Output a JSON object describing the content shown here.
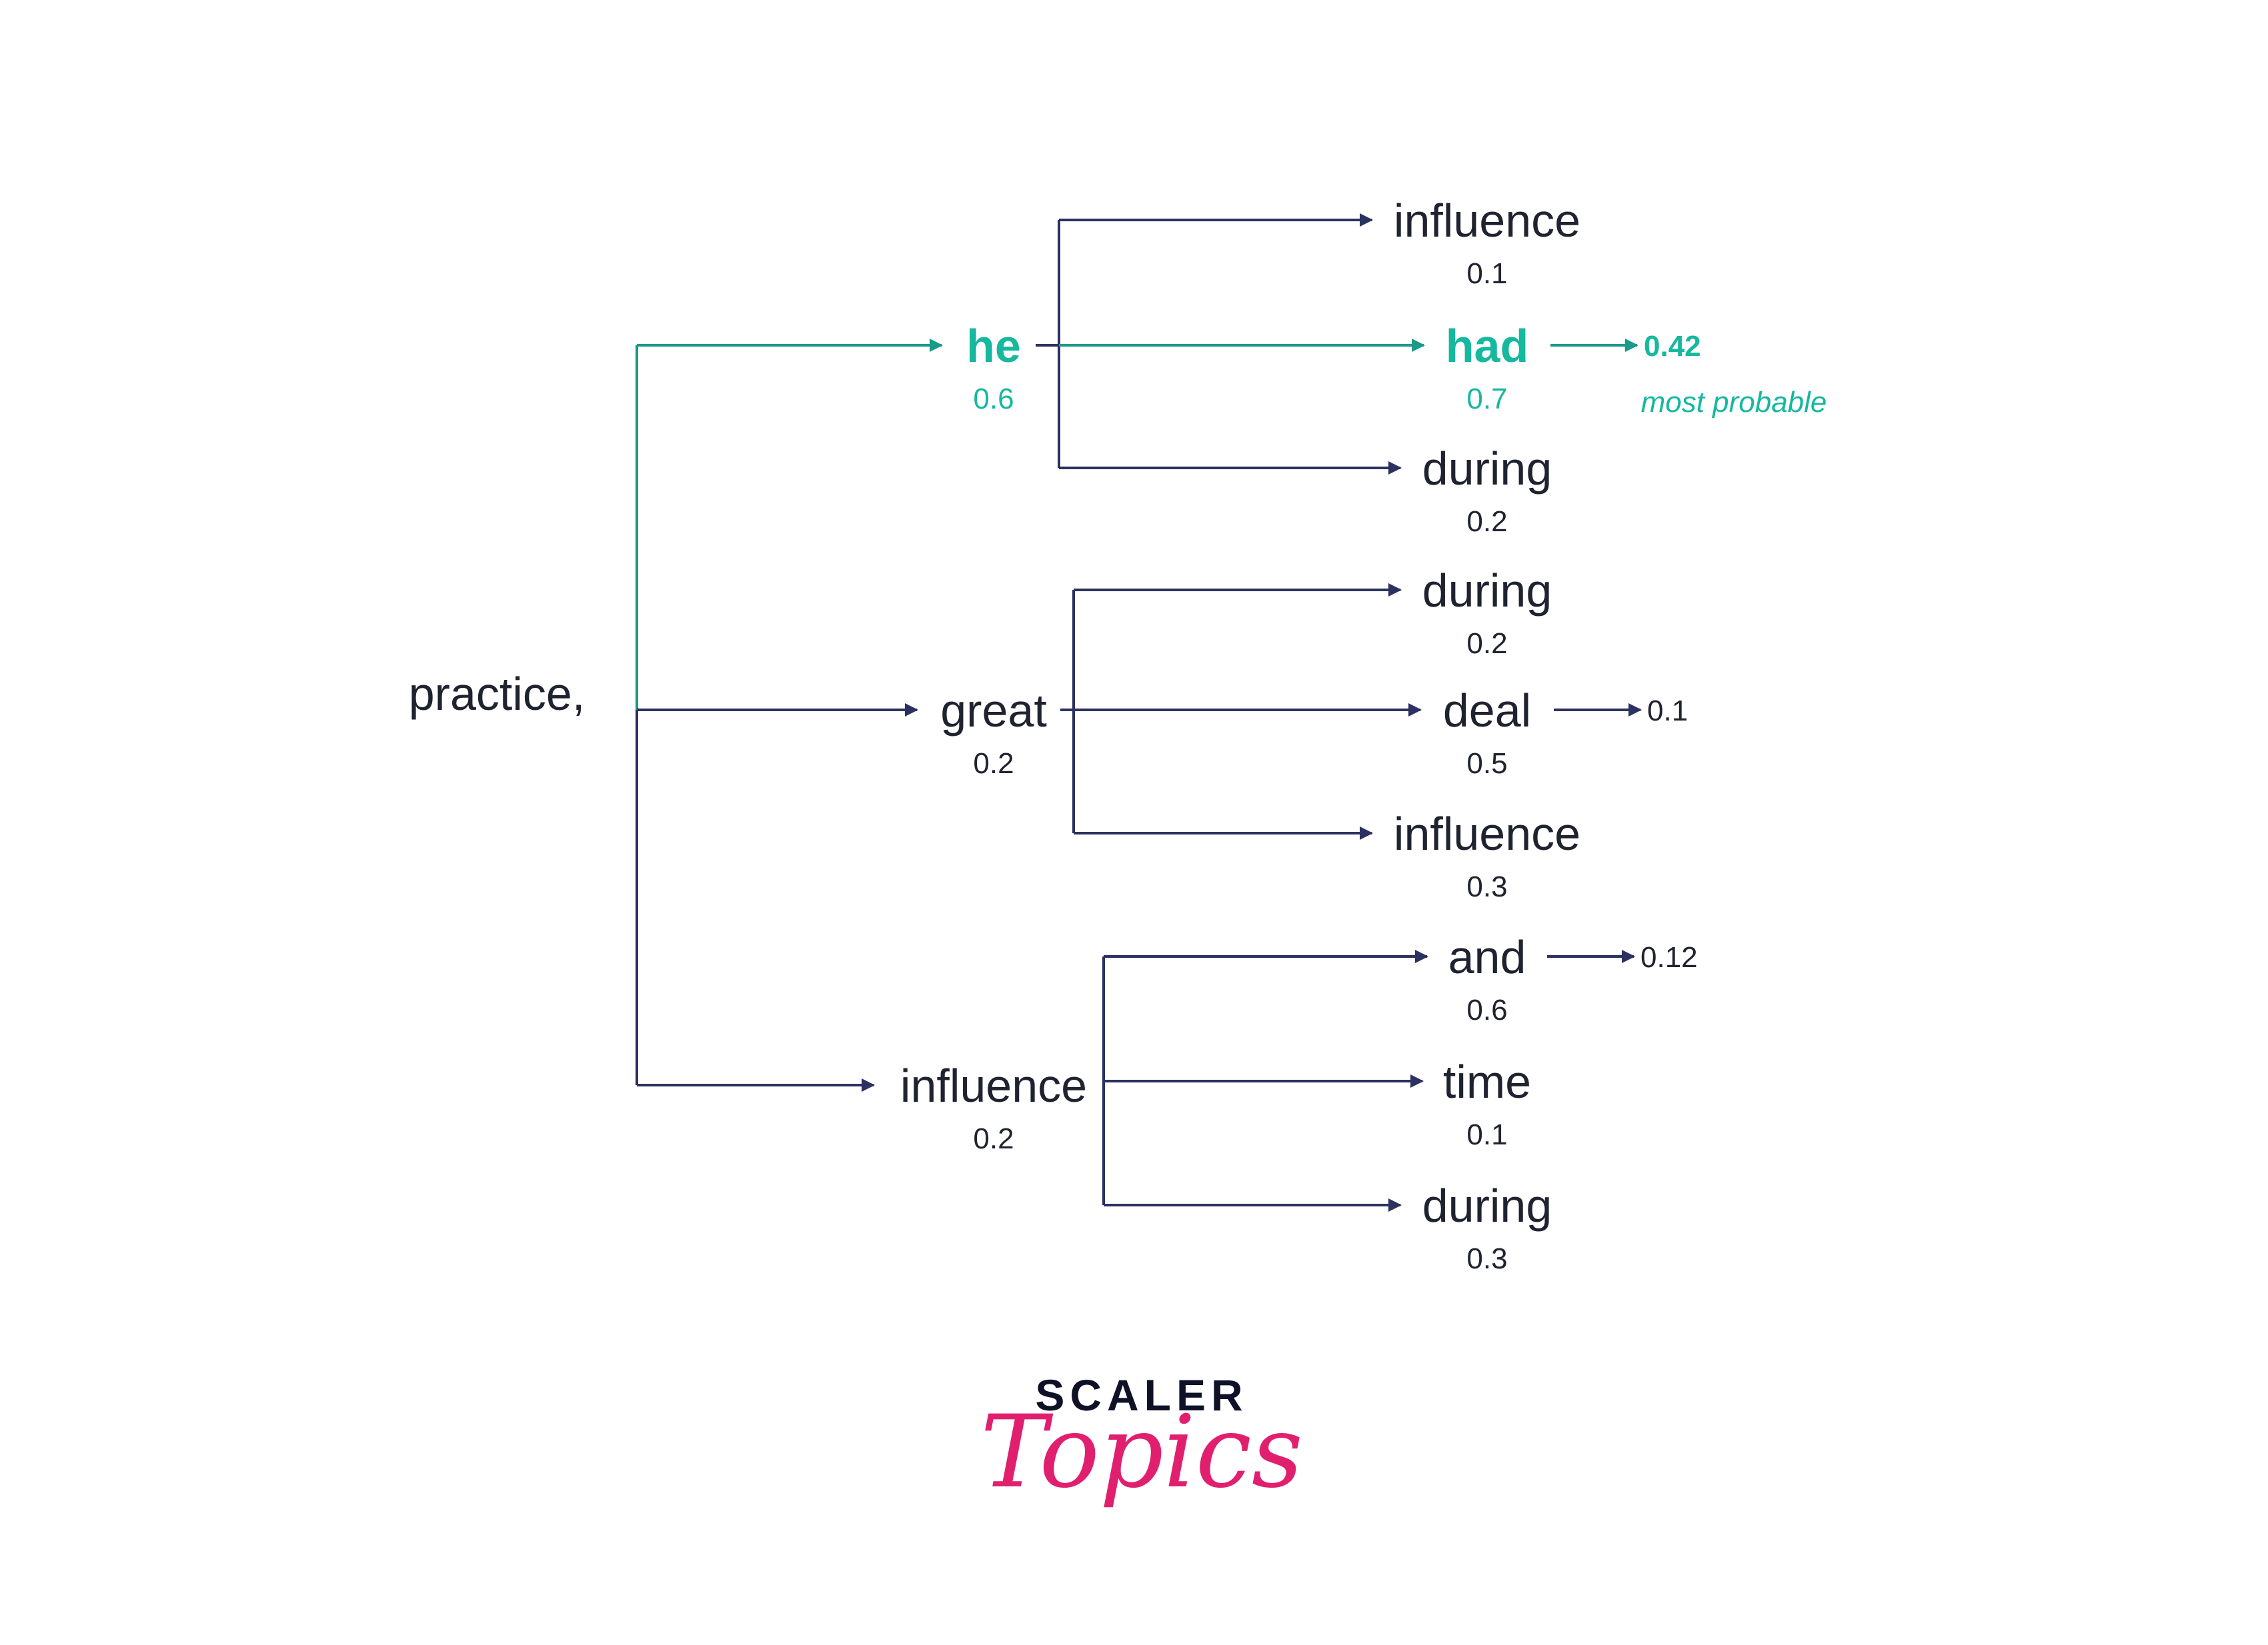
{
  "colors": {
    "navy": "#2b3160",
    "text": "#1f2330",
    "teal": "#16b89e",
    "teal_line": "#1a9a88",
    "pink": "#e0206f",
    "brand_dark": "#0f1226"
  },
  "root": {
    "word": "practice,"
  },
  "level1": [
    {
      "word": "he",
      "prob": "0.6",
      "highlight": true
    },
    {
      "word": "great",
      "prob": "0.2",
      "highlight": false
    },
    {
      "word": "influence",
      "prob": "0.2",
      "highlight": false
    }
  ],
  "level2": [
    {
      "parent": 0,
      "word": "influence",
      "prob": "0.1",
      "highlight": false
    },
    {
      "parent": 0,
      "word": "had",
      "prob": "0.7",
      "highlight": true
    },
    {
      "parent": 0,
      "word": "during",
      "prob": "0.2",
      "highlight": false
    },
    {
      "parent": 1,
      "word": "during",
      "prob": "0.2",
      "highlight": false
    },
    {
      "parent": 1,
      "word": "deal",
      "prob": "0.5",
      "highlight": false
    },
    {
      "parent": 1,
      "word": "influence",
      "prob": "0.3",
      "highlight": false
    },
    {
      "parent": 2,
      "word": "and",
      "prob": "0.6",
      "highlight": false
    },
    {
      "parent": 2,
      "word": "time",
      "prob": "0.1",
      "highlight": false
    },
    {
      "parent": 2,
      "word": "during",
      "prob": "0.3",
      "highlight": false
    }
  ],
  "results": [
    {
      "from": 1,
      "value": "0.42",
      "highlight": true,
      "note": "most probable"
    },
    {
      "from": 4,
      "value": "0.1",
      "highlight": false
    },
    {
      "from": 6,
      "value": "0.12",
      "highlight": false
    }
  ],
  "brand": {
    "line1": "SCALER",
    "line2": "Topics"
  }
}
